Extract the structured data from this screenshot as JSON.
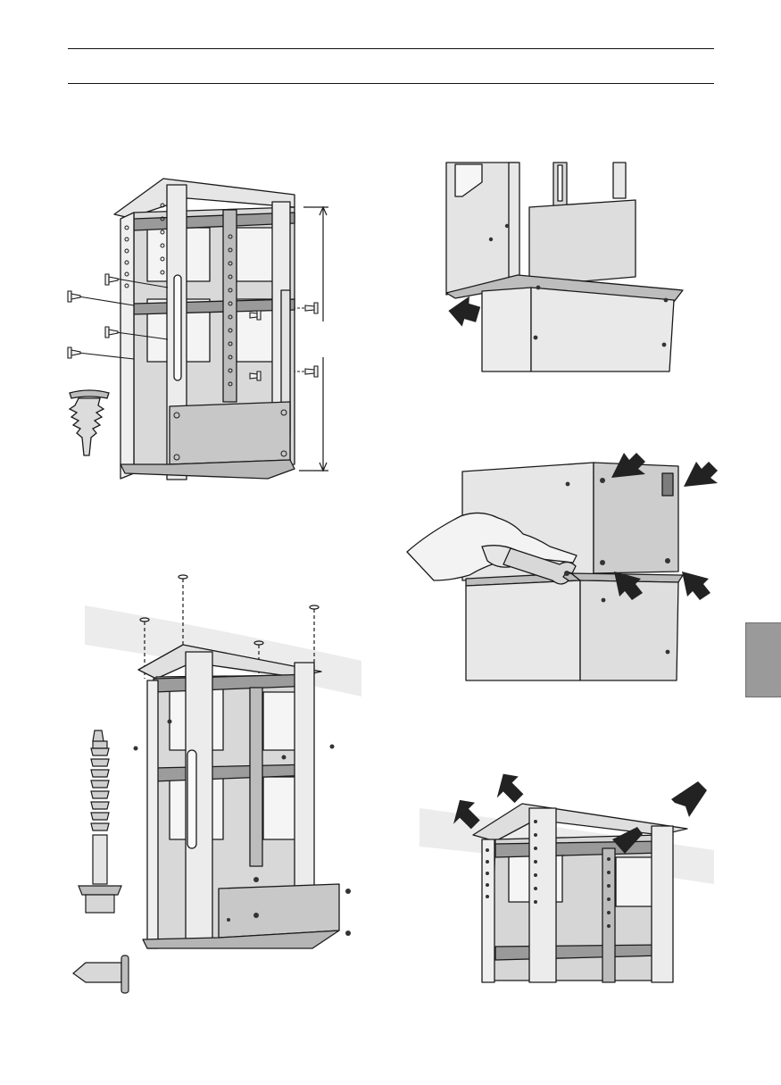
{
  "page": {
    "header_rules": 2,
    "illustrations": [
      {
        "id": "frame-shortening-screws",
        "arrows": 0,
        "screws_shown": 7
      },
      {
        "id": "chimney-ledge",
        "arrows": 1
      },
      {
        "id": "wrench-tightening",
        "arrows": 4
      },
      {
        "id": "frame-ceiling-mounting",
        "arrows": 0,
        "screws_shown": 8
      },
      {
        "id": "frame-ceiling-check",
        "arrows": 4
      }
    ],
    "section_tab": {
      "color": "#9a9a9a"
    }
  },
  "colors": {
    "line": "#1a1a1a",
    "metal_light": "#e9e9e9",
    "metal_mid": "#cfcfcf",
    "metal_dark": "#8f8f8f",
    "arrow": "#222222",
    "tab": "#9a9a9a"
  }
}
